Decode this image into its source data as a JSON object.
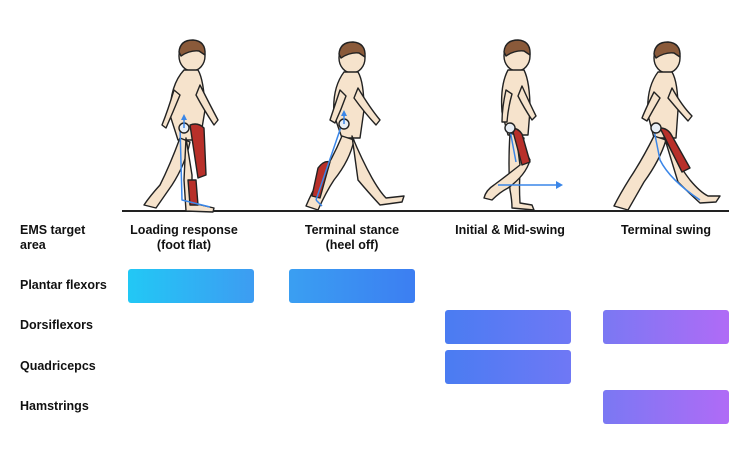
{
  "header": {
    "target_label_line1": "EMS target",
    "target_label_line2": "area"
  },
  "phases": [
    {
      "line1": "Loading response",
      "line2": "(foot flat)"
    },
    {
      "line1": "Terminal stance",
      "line2": "(heel off)"
    },
    {
      "line1": "Initial & Mid-swing",
      "line2": ""
    },
    {
      "line1": "Terminal swing",
      "line2": ""
    }
  ],
  "muscles": [
    {
      "label": "Plantar flexors",
      "active": [
        true,
        true,
        false,
        false
      ]
    },
    {
      "label": "Dorsiflexors",
      "active": [
        false,
        false,
        true,
        true
      ]
    },
    {
      "label": "Quadricepcs",
      "active": [
        false,
        false,
        true,
        false
      ]
    },
    {
      "label": "Hamstrings",
      "active": [
        false,
        false,
        false,
        true
      ]
    }
  ],
  "colors": {
    "phase1_gradient": [
      "#22c8f5",
      "#3d9cf2"
    ],
    "phase2_gradient": [
      "#3a9ff2",
      "#3c7ef2"
    ],
    "phase3_gradient": [
      "#4a7cf2",
      "#6f78f5"
    ],
    "phase4_gradient": [
      "#7a78f3",
      "#b06bf6"
    ],
    "skin": "#f6e3cc",
    "hair": "#8a5a3a",
    "muscle": "#b8302a",
    "bone": "#e8eef5",
    "arrow": "#3a86e8"
  }
}
